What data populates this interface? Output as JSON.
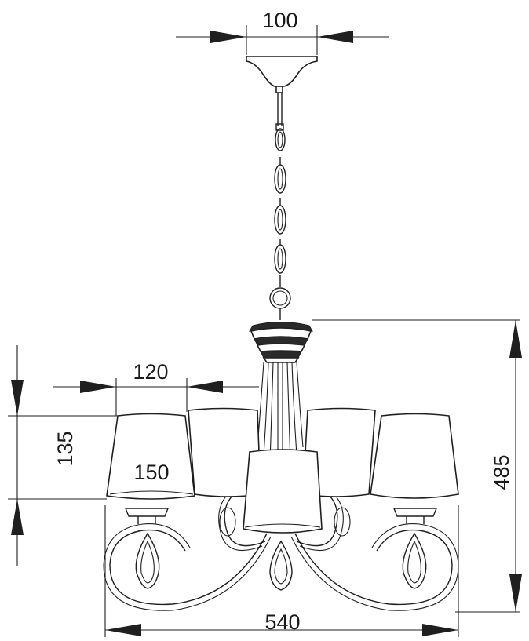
{
  "dimensions": {
    "canopy_width": "100",
    "shade_top_width": "120",
    "shade_height": "135",
    "shade_bottom_width": "150",
    "overall_height": "485",
    "overall_width": "540"
  }
}
